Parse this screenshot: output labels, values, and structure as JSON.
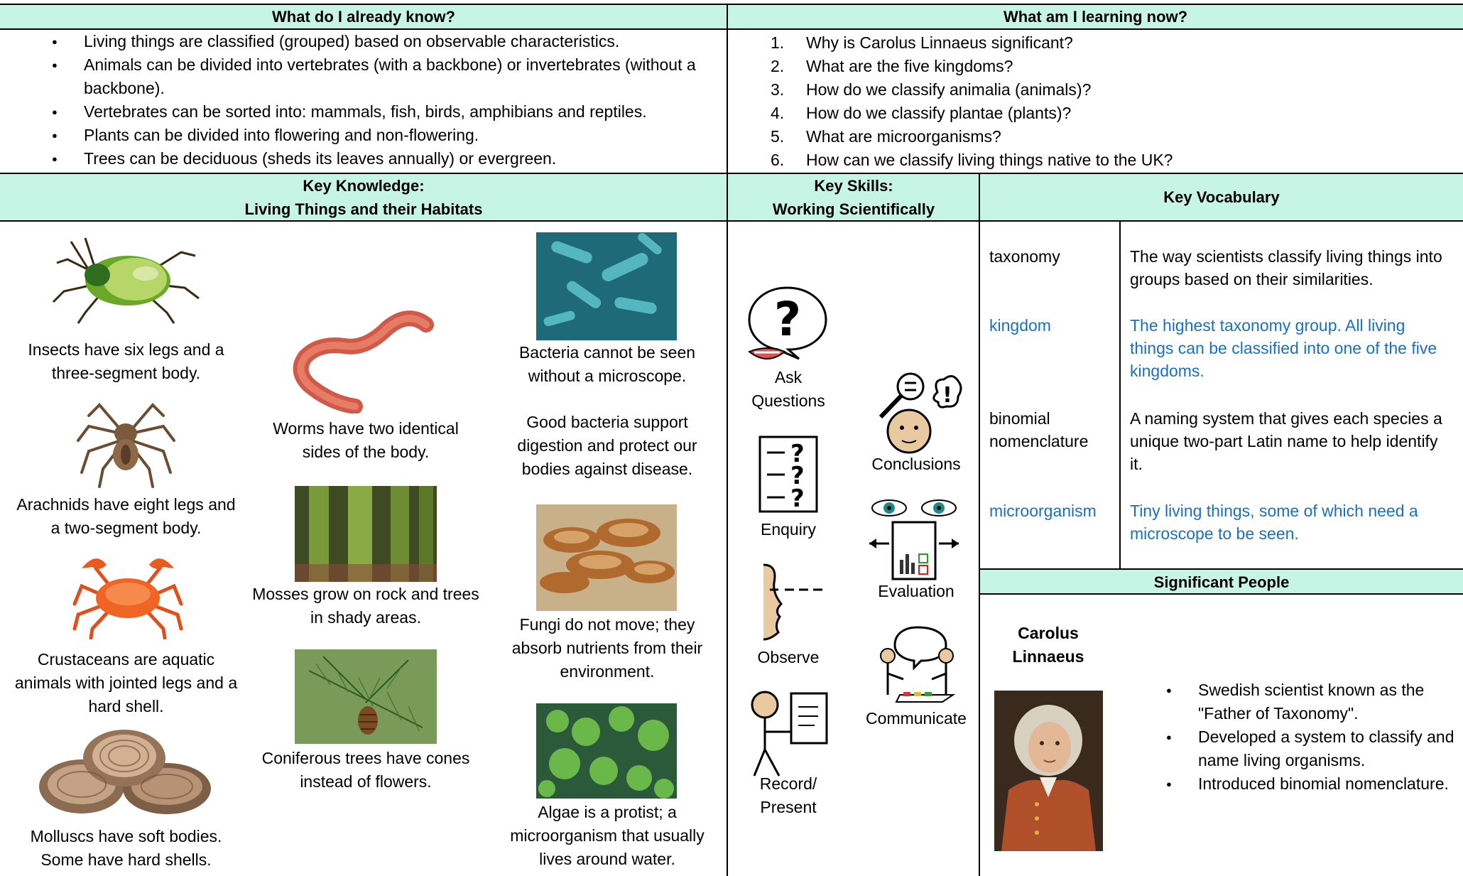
{
  "headers": {
    "already_know": "What do I already know?",
    "learning_now": "What am I learning now?",
    "key_knowledge_1": "Key Knowledge:",
    "key_knowledge_2": "Living Things and their Habitats",
    "key_skills_1": "Key Skills:",
    "key_skills_2": "Working Scientifically",
    "key_vocab": "Key Vocabulary",
    "significant_people": "Significant People"
  },
  "already_know": [
    "Living things are classified (grouped) based on observable characteristics.",
    "Animals can be divided into vertebrates (with a backbone) or invertebrates (without a backbone).",
    "Vertebrates can be sorted into: mammals, fish, birds, amphibians and reptiles.",
    "Plants can be divided into flowering and non-flowering.",
    "Trees can be deciduous (sheds its leaves annually) or evergreen."
  ],
  "learning_now": [
    {
      "n": "1.",
      "q": "Why is Carolus Linnaeus significant?"
    },
    {
      "n": "2.",
      "q": "What are the five kingdoms?"
    },
    {
      "n": "3.",
      "q": "How do we classify animalia (animals)?"
    },
    {
      "n": "4.",
      "q": "How do we classify plantae (plants)?"
    },
    {
      "n": "5.",
      "q": "What are microorganisms?"
    },
    {
      "n": "6.",
      "q": "How can we classify living things native to the UK?"
    }
  ],
  "knowledge": {
    "insects": "Insects have six legs and a three-segment body.",
    "arachnids": "Arachnids have eight legs and a two-segment body.",
    "crustaceans": "Crustaceans are aquatic animals with jointed legs and a hard shell.",
    "molluscs": "Molluscs have soft bodies. Some have hard shells.",
    "worms": "Worms have two identical sides of the body.",
    "mosses": "Mosses grow on rock and trees in shady areas.",
    "coniferous": "Coniferous trees have cones instead of flowers.",
    "bacteria": "Bacteria cannot be seen without a microscope.",
    "good_bacteria": "Good bacteria support digestion and protect our bodies against disease.",
    "fungi": "Fungi do not move; they absorb nutrients from their environment.",
    "algae": "Algae is a protist; a microorganism that usually lives around water."
  },
  "skills": {
    "ask": "Ask Questions",
    "enquiry": "Enquiry",
    "observe": "Observe",
    "record": "Record/ Present",
    "conclusions": "Conclusions",
    "evaluation": "Evaluation",
    "communicate": "Communicate"
  },
  "vocab": [
    {
      "term": "taxonomy",
      "def": "The way scientists classify living things into groups based on their similarities.",
      "blue": false
    },
    {
      "term": "kingdom",
      "def": "The highest taxonomy group. All living things can be classified into one of the five kingdoms.",
      "blue": true
    },
    {
      "term": "binomial nomenclature",
      "def": "A naming system that gives each species a unique two-part Latin name to help identify it.",
      "blue": false
    },
    {
      "term": "microorganism",
      "def": "Tiny living things, some of which need a microscope to be seen.",
      "blue": true
    }
  ],
  "person": {
    "name": "Carolus Linnaeus",
    "facts": [
      "Swedish scientist known as the \"Father of Taxonomy\".",
      "Developed a system to classify and name living organisms.",
      "Introduced binomial nomenclature."
    ]
  },
  "colors": {
    "header_bg": "#c6f5e6",
    "blue_text": "#1a6fbf"
  }
}
